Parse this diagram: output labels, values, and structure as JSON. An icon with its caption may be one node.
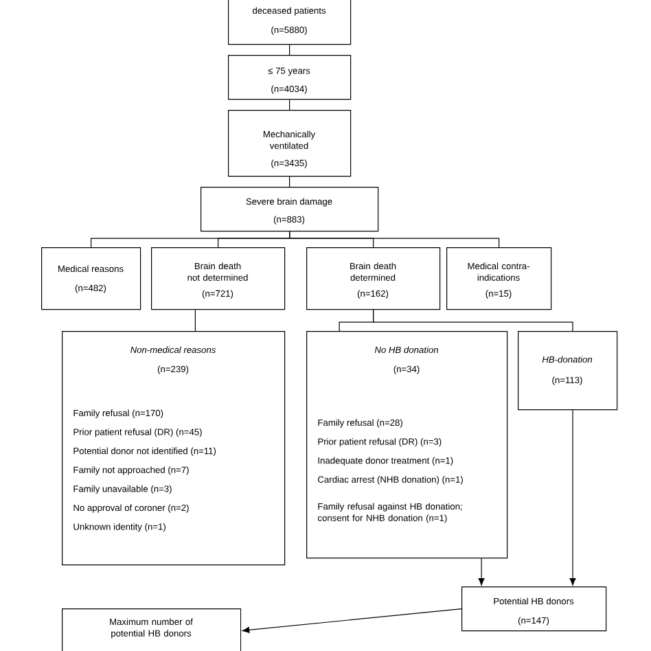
{
  "diagram": {
    "nodes": [
      {
        "text": [
          "deceased patients",
          "(n=5880)"
        ]
      },
      {
        "text": [
          "≤ 75 years",
          "(n=4034)"
        ]
      },
      {
        "text": [
          "Mechanically ventilated",
          "(n=3435)"
        ]
      },
      {
        "text": [
          "Severe brain damage",
          "(n=883)"
        ]
      },
      {
        "text": [
          "Medical reasons",
          "(n=482)"
        ]
      },
      {
        "text": [
          "Brain death not determined",
          "(n=721)"
        ]
      },
      {
        "text": [
          "Brain death determined",
          "(n=162)"
        ]
      },
      {
        "text": [
          "Medical contra-indications",
          "(n=15)"
        ]
      },
      {
        "text": [
          "Non-medical reasons",
          "(n=239)",
          "Family refusal (n=170)",
          "Prior patient refusal (DR) (n=45)",
          "Potential donor not identified (n=11)",
          "Family not approached (n=7)",
          "Family unavailable (n=3)",
          "No approval of coroner (n=2)",
          "Unknown identity (n=1)"
        ]
      },
      {
        "text": [
          "No HB donation",
          "(n=34)",
          "Family refusal (n=28)",
          "Prior patient refusal (DR) (n=3)",
          "Inadequate donor treatment (n=1)",
          "Cardiac arrest (NHB donation) (n=1)",
          "Family refusal against HB donation; consent for NHB donation (n=1)"
        ]
      },
      {
        "text": [
          "HB-donation",
          "(n=113)"
        ]
      },
      {
        "text": [
          "Potential HB donors",
          "(n=147)"
        ]
      },
      {
        "text": [
          "Maximum number of potential HB donors"
        ]
      }
    ],
    "edges": [
      {
        "from": 0,
        "to": 1,
        "arrow": "none"
      },
      {
        "from": 1,
        "to": 2,
        "arrow": "none"
      },
      {
        "from": 2,
        "to": 3,
        "arrow": "none"
      },
      {
        "from": 3,
        "to": 4,
        "arrow": "none"
      },
      {
        "from": 3,
        "to": 5,
        "arrow": "none"
      },
      {
        "from": 3,
        "to": 6,
        "arrow": "none"
      },
      {
        "from": 3,
        "to": 7,
        "arrow": "none"
      },
      {
        "from": 5,
        "to": 8,
        "arrow": "none"
      },
      {
        "from": 6,
        "to": 9,
        "arrow": "none"
      },
      {
        "from": 6,
        "to": 10,
        "arrow": "none"
      },
      {
        "from": 9,
        "to": 11,
        "arrow": "to"
      },
      {
        "from": 10,
        "to": 11,
        "arrow": "to"
      },
      {
        "from": 11,
        "to": 12,
        "arrow": "to"
      }
    ]
  }
}
